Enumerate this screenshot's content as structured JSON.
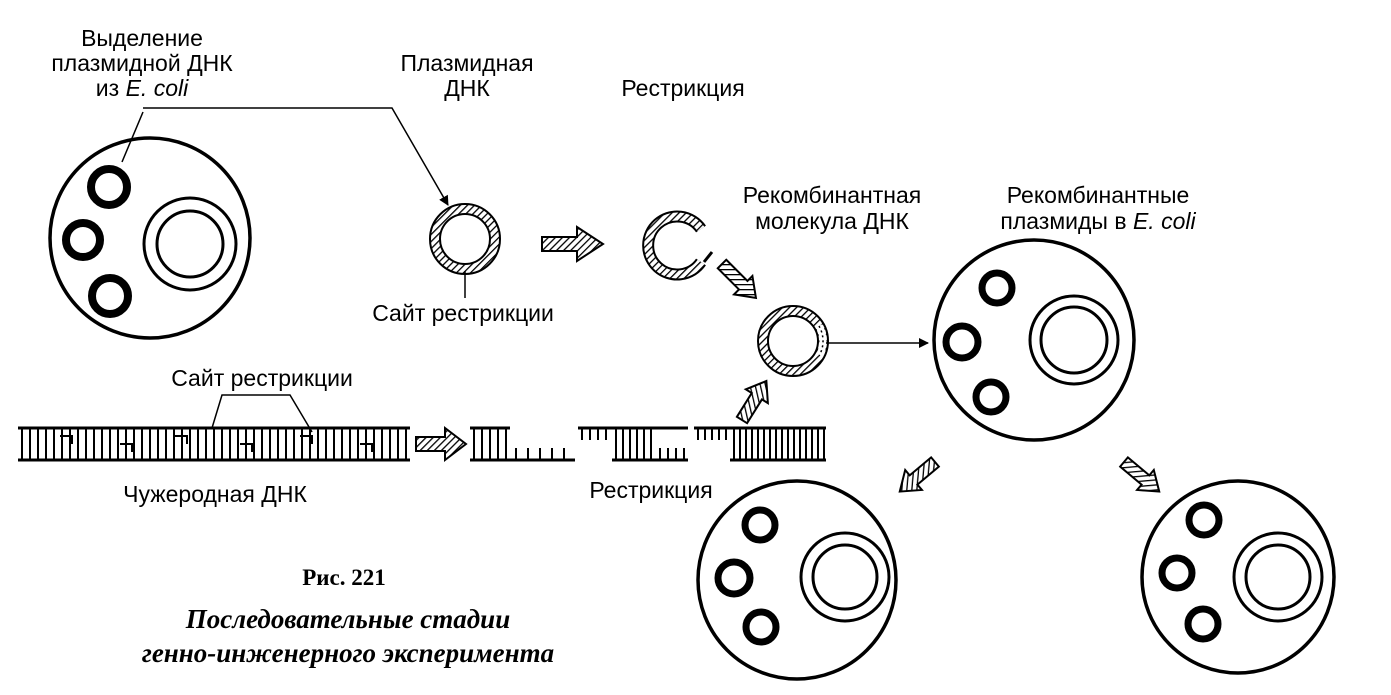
{
  "labels": {
    "isolation_line1": "Выделение",
    "isolation_line2": "плазмидной ДНК",
    "isolation_line3_prefix": "из ",
    "isolation_line3_italic": "E. coli",
    "plasmid_line1": "Плазмидная",
    "plasmid_line2": "ДНК",
    "restriction_top": "Рестрикция",
    "recombinant_molecule_line1": "Рекомбинантная",
    "recombinant_molecule_line2": "молекула ДНК",
    "recombinant_plasmids_line1": "Рекомбинантные",
    "recombinant_plasmids_line2_prefix": "плазмиды в ",
    "recombinant_plasmids_line2_italic": "E. coli",
    "restriction_site_plasmid": "Сайт рестрикции",
    "restriction_site_foreign": "Сайт рестрикции",
    "foreign_dna": "Чужеродная ДНК",
    "restriction_bottom": "Рестрикция"
  },
  "caption": {
    "figure_number": "Рис. 221",
    "line1": "Последовательные стадии",
    "line2": "генно-инженерного эксперимента"
  }
}
